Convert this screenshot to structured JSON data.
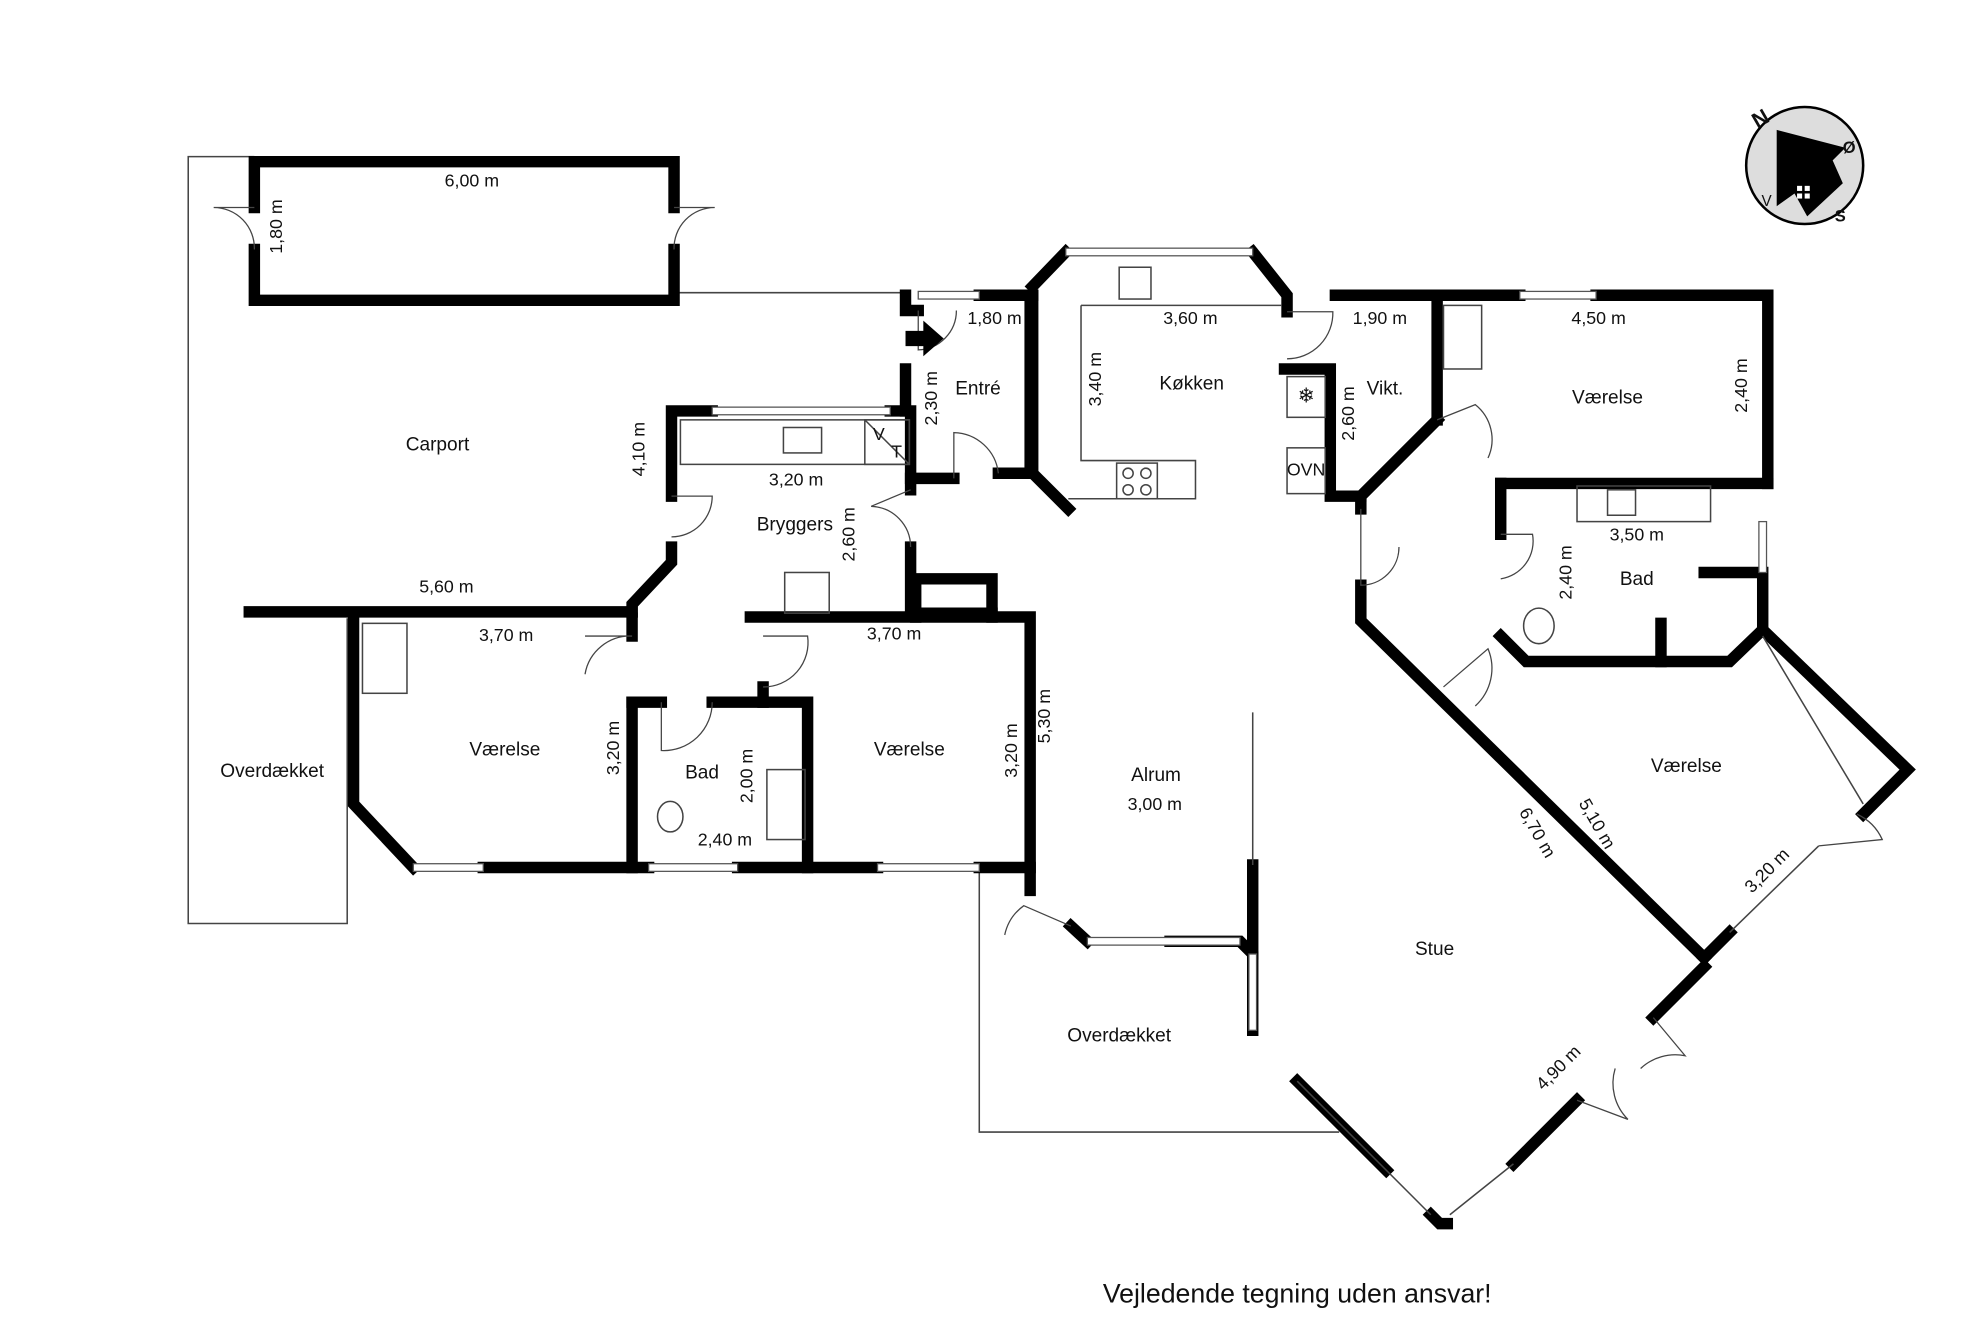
{
  "rooms": {
    "carport": "Carport",
    "overdaekket_left": "Overdækket",
    "vaerelse_sw": "Værelse",
    "bad_s": "Bad",
    "vaerelse_s": "Værelse",
    "bryggers": "Bryggers",
    "entre": "Entré",
    "koekken": "Køkken",
    "vikt": "Vikt.",
    "vaerelse_ne": "Værelse",
    "bad_e": "Bad",
    "vaerelse_e": "Værelse",
    "alrum": "Alrum",
    "stue": "Stue",
    "overdaekket_bottom": "Overdækket"
  },
  "dimensions": {
    "shed_w": "6,00 m",
    "shed_h": "1,80 m",
    "entre_w": "1,80 m",
    "entre_h": "2,30 m",
    "koekken_w": "3,60 m",
    "koekken_h": "3,40 m",
    "vikt_w": "1,90 m",
    "vikt_h": "2,60 m",
    "vaerelse_ne_w": "4,50 m",
    "vaerelse_ne_h": "2,40 m",
    "carport_h": "4,10 m",
    "bryggers_w": "3,20 m",
    "bryggers_h": "2,60 m",
    "bad_e_w": "3,50 m",
    "bad_e_h": "2,40 m",
    "carport_w": "5,60 m",
    "vaerelse_sw_w": "3,70 m",
    "vaerelse_sw_h": "3,20 m",
    "vaerelse_s_w": "3,70 m",
    "vaerelse_s_h": "3,20 m",
    "bad_s_w": "2,40 m",
    "bad_s_h": "2,00 m",
    "alrum_h": "5,30 m",
    "alrum_w": "3,00 m",
    "stue_diag": "6,70 m",
    "vaerelse_e_diag": "5,10 m",
    "vaerelse_e_w": "3,20 m",
    "stue_w": "4,90 m"
  },
  "fixtures": {
    "oven": "OVN",
    "washer": "V",
    "dryer": "T"
  },
  "compass": {
    "north": "N",
    "east": "Ø",
    "south": "S",
    "west": "V"
  },
  "footer": "Vejledende tegning uden ansvar!"
}
